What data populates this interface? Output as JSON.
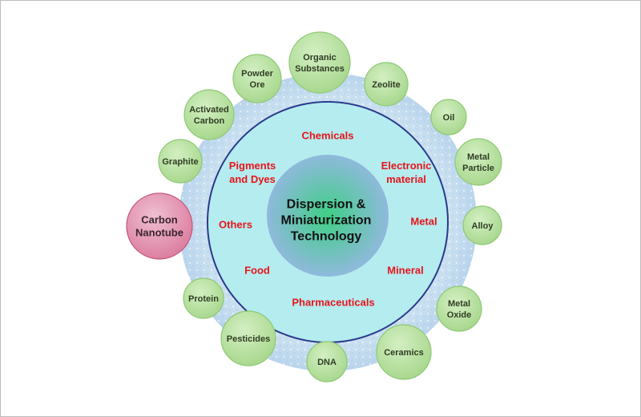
{
  "center": {
    "lines": [
      "Dispersion &",
      "Miniaturization",
      "Technology"
    ]
  },
  "applications": [
    {
      "id": "chemicals",
      "lines": [
        "Chemicals"
      ]
    },
    {
      "id": "electronic-material",
      "lines": [
        "Electronic",
        "material"
      ]
    },
    {
      "id": "metal",
      "lines": [
        "Metal"
      ]
    },
    {
      "id": "mineral",
      "lines": [
        "Mineral"
      ]
    },
    {
      "id": "pharmaceuticals",
      "lines": [
        "Pharmaceuticals"
      ]
    },
    {
      "id": "food",
      "lines": [
        "Food"
      ]
    },
    {
      "id": "others",
      "lines": [
        "Others"
      ]
    },
    {
      "id": "pigments-and-dyes",
      "lines": [
        "Pigments",
        "and Dyes"
      ]
    }
  ],
  "materials": [
    {
      "id": "organic-substances",
      "lines": [
        "Organic",
        "Substances"
      ],
      "highlight": false
    },
    {
      "id": "zeolite",
      "lines": [
        "Zeolite"
      ],
      "highlight": false
    },
    {
      "id": "oil",
      "lines": [
        "Oil"
      ],
      "highlight": false
    },
    {
      "id": "metal-particle",
      "lines": [
        "Metal",
        "Particle"
      ],
      "highlight": false
    },
    {
      "id": "alloy",
      "lines": [
        "Alloy"
      ],
      "highlight": false
    },
    {
      "id": "metal-oxide",
      "lines": [
        "Metal",
        "Oxide"
      ],
      "highlight": false
    },
    {
      "id": "ceramics",
      "lines": [
        "Ceramics"
      ],
      "highlight": false
    },
    {
      "id": "dna",
      "lines": [
        "DNA"
      ],
      "highlight": false
    },
    {
      "id": "pesticides",
      "lines": [
        "Pesticides"
      ],
      "highlight": false
    },
    {
      "id": "protein",
      "lines": [
        "Protein"
      ],
      "highlight": false
    },
    {
      "id": "carbon-nanotube",
      "lines": [
        "Carbon",
        "Nanotube"
      ],
      "highlight": true
    },
    {
      "id": "graphite",
      "lines": [
        "Graphite"
      ],
      "highlight": false
    },
    {
      "id": "activated-carbon",
      "lines": [
        "Activated",
        "Carbon"
      ],
      "highlight": false
    },
    {
      "id": "powder-ore",
      "lines": [
        "Powder",
        "Ore"
      ],
      "highlight": false
    }
  ],
  "colors": {
    "application_text": "#e8141b",
    "material_text": "#2f3d24",
    "material_fill": "#a9d88f",
    "material_stroke": "#8fc975",
    "highlight_fill": "#dc7fa0",
    "highlight_stroke": "#c2577d",
    "highlight_text": "#3b2430",
    "ring_fill": "#b5ecef",
    "ring_stroke": "#2a3a8c",
    "halo": "#c8dff0",
    "core_inner": "#3fcf85",
    "core_outer": "#8fb9dc",
    "center_text": "#111111"
  }
}
